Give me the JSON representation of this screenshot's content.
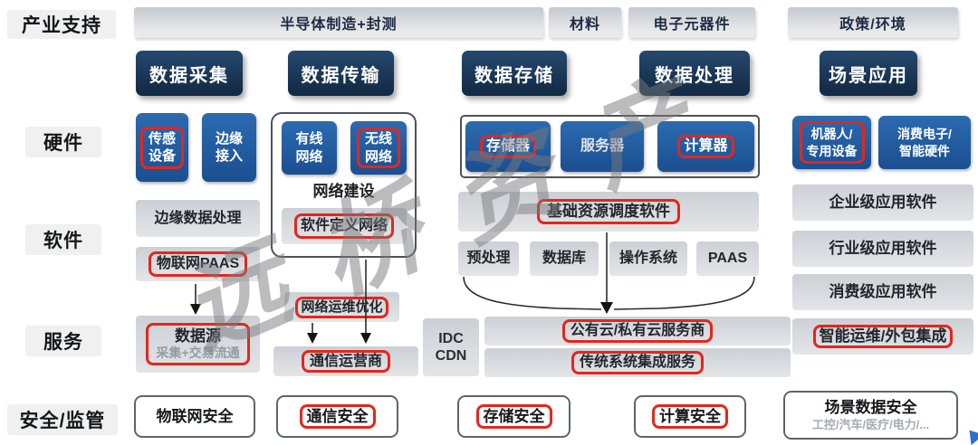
{
  "watermark": "远桥资产",
  "row_labels": [
    "产业支持",
    "硬件",
    "软件",
    "服务",
    "安全/监管"
  ],
  "industry_support": [
    "半导体制造+封测",
    "材料",
    "电子元器件",
    "政策/环境"
  ],
  "stage_headers": [
    "数据采集",
    "数据传输",
    "数据存储",
    "数据处理",
    "场景应用"
  ],
  "collection": {
    "sensor_device": "传感设备",
    "edge_access": "边缘接入",
    "edge_data_processing": "边缘数据处理",
    "iot_paas": "物联网PAAS",
    "data_source_title": "数据源",
    "data_source_sub": "采集+交易流通",
    "security": "物联网安全"
  },
  "transmission": {
    "wired_network": "有线网络",
    "wireless_network": "无线网络",
    "network_construction": "网络建设",
    "sdn": "软件定义网络",
    "network_ops": "网络运维优化",
    "telecom_operator": "通信运营商",
    "security": "通信安全"
  },
  "storage": {
    "storage_device": "存储器",
    "server": "服务器",
    "computer": "计算器",
    "resource_scheduling": "基础资源调度软件",
    "preprocessing": "预处理",
    "database": "数据库",
    "os": "操作系统",
    "paas": "PAAS",
    "idc_line1": "IDC",
    "idc_line2": "CDN",
    "cloud_providers": "公有云/私有云服务商",
    "system_integration": "传统系统集成服务",
    "storage_security": "存储安全",
    "compute_security": "计算安全"
  },
  "application": {
    "robot_device": "机器人/专用设备",
    "consumer_hardware": "消费电子/智能硬件",
    "enterprise_software": "企业级应用软件",
    "industry_software": "行业级应用软件",
    "consumer_software": "消费级应用软件",
    "smart_ops": "智能运维/外包集成",
    "security_title": "场景数据安全",
    "security_sub": "工控/汽车/医疗/电力/..."
  },
  "colors": {
    "navy_header": "#17334f",
    "blue_box": "#205ea6",
    "red_highlight": "#e3271b",
    "gray_bar": "#d5d8dc"
  }
}
